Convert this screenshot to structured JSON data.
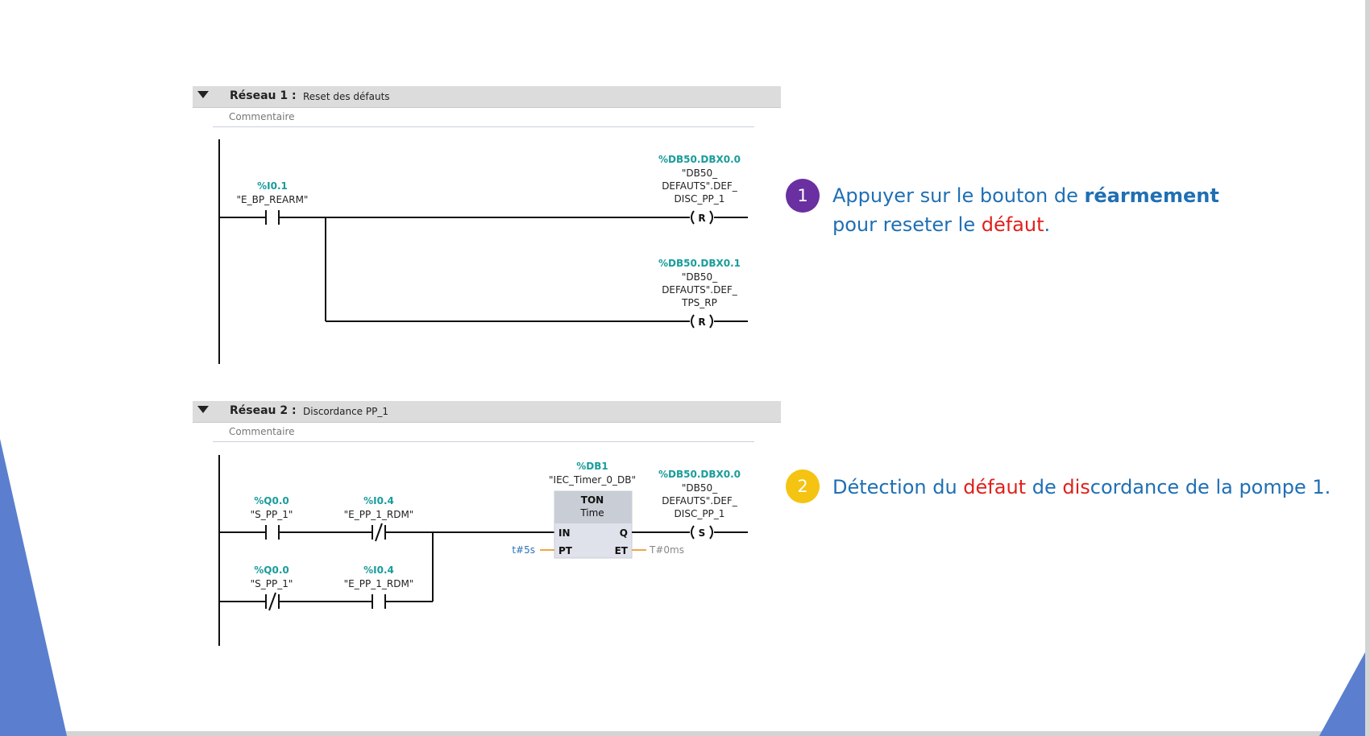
{
  "colors": {
    "accent_blue": "#1f6fb4",
    "highlight_red": "#e0201c",
    "address_teal": "#1a9c9c",
    "bullet_1": "#6a2fa0",
    "bullet_2": "#f5c311",
    "deco_blue": "#5b7fce"
  },
  "network1": {
    "label": "Réseau 1 :",
    "title": "Reset des défauts",
    "comment": "Commentaire",
    "contact": {
      "address": "%I0.1",
      "symbol": "\"E_BP_REARM\""
    },
    "coil1": {
      "address": "%DB50.DBX0.0",
      "symbol_lines": [
        "\"DB50_",
        "DEFAUTS\".DEF_",
        "DISC_PP_1"
      ],
      "type": "R"
    },
    "coil2": {
      "address": "%DB50.DBX0.1",
      "symbol_lines": [
        "\"DB50_",
        "DEFAUTS\".DEF_",
        "TPS_RP"
      ],
      "type": "R"
    }
  },
  "network2": {
    "label": "Réseau 2 :",
    "title": "Discordance PP_1",
    "comment": "Commentaire",
    "contact1": {
      "address": "%Q0.0",
      "symbol": "\"S_PP_1\""
    },
    "contact2": {
      "address": "%I0.4",
      "symbol": "\"E_PP_1_RDM\""
    },
    "contact3": {
      "address": "%Q0.0",
      "symbol": "\"S_PP_1\""
    },
    "contact4": {
      "address": "%I0.4",
      "symbol": "\"E_PP_1_RDM\""
    },
    "timer": {
      "db_address": "%DB1",
      "db_symbol": "\"IEC_Timer_0_DB\"",
      "type": "TON",
      "subtitle": "Time",
      "pin_in": "IN",
      "pin_pt": "PT",
      "pin_q": "Q",
      "pin_et": "ET",
      "pt_value": "t#5s",
      "et_value": "T#0ms"
    },
    "coil": {
      "address": "%DB50.DBX0.0",
      "symbol_lines": [
        "\"DB50_",
        "DEFAUTS\".DEF_",
        "DISC_PP_1"
      ],
      "type": "S"
    }
  },
  "notes": [
    {
      "number": "1",
      "line1": [
        "Appuyer sur le bouton de ",
        "réarmement"
      ],
      "line2": [
        "pour reseter le ",
        "défaut",
        "."
      ]
    },
    {
      "number": "2",
      "parts": [
        "Détection du ",
        "défaut",
        " de ",
        "dis",
        "cordance de la pompe 1."
      ]
    }
  ]
}
